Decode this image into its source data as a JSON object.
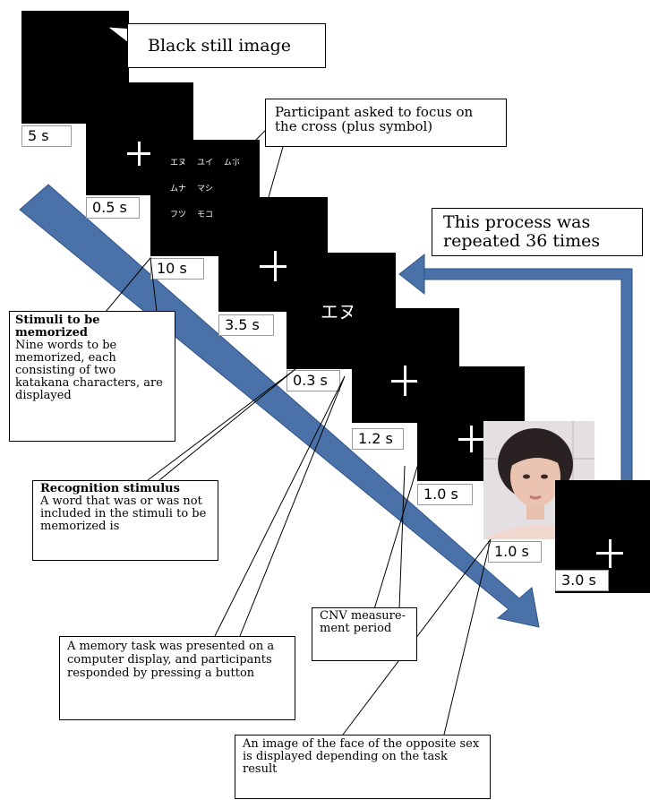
{
  "screens": [
    {
      "id": "black",
      "duration": "5 s"
    },
    {
      "id": "fixation-1",
      "duration": "0.5 s"
    },
    {
      "id": "memorize",
      "duration": "10 s",
      "kana_words": [
        "エヌ",
        "ユイ",
        "ムホ",
        "ムナ",
        "マシ",
        "フツ",
        "モコ"
      ]
    },
    {
      "id": "fixation-2",
      "duration": "3.5 s"
    },
    {
      "id": "recognition",
      "duration": "0.3 s",
      "word": "エヌ"
    },
    {
      "id": "fixation-3",
      "duration": "1.2 s"
    },
    {
      "id": "fixation-4",
      "duration": "1.0 s"
    },
    {
      "id": "face",
      "duration": "1.0 s"
    },
    {
      "id": "fixation-5",
      "duration": "3.0 s"
    }
  ],
  "callouts": {
    "black_still": "Black still image",
    "focus_cross": "Participant asked to focus on the cross (plus symbol)",
    "repeat": "This process was repeated 36 times",
    "stimuli_title": "Stimuli to be memorized",
    "stimuli_body": "Nine words to be memorized, each consisting of two katakana characters, are displayed",
    "recognition_title": "Recognition stimulus",
    "recognition_body": "A word that was or was not included in the stimuli to be memorized is",
    "cnv": "CNV measure- ment period",
    "memory_task": "A memory task was presented on a computer display, and participants responded by pressing a button",
    "face_image": "An image of the face of the opposite sex is displayed depending on the task result"
  },
  "colors": {
    "arrow": "#4a72a8",
    "arrow_edge": "#2f5488",
    "screen": "#000000"
  }
}
